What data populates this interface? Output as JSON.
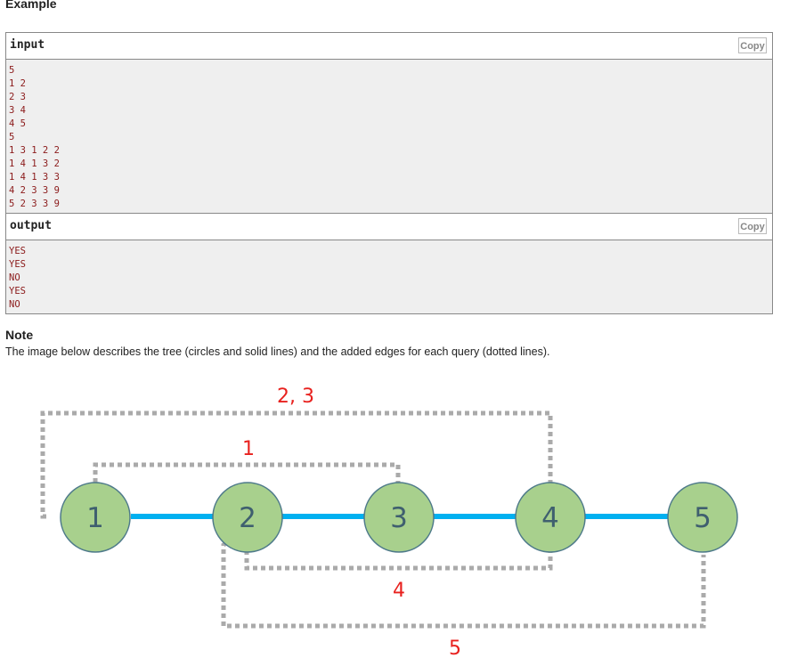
{
  "example_title": "Example",
  "input": {
    "label": "input",
    "copy_label": "Copy",
    "lines": [
      "5",
      "1 2",
      "2 3",
      "3 4",
      "4 5",
      "5",
      "1 3 1 2 2",
      "1 4 1 3 2",
      "1 4 1 3 3",
      "4 2 3 3 9",
      "5 2 3 3 9"
    ]
  },
  "output": {
    "label": "output",
    "copy_label": "Copy",
    "lines": [
      "YES",
      "YES",
      "NO",
      "YES",
      "NO"
    ]
  },
  "note": {
    "title": "Note",
    "text": "The image below describes the tree (circles and solid lines) and the added edges for each query (dotted lines)."
  },
  "diagram": {
    "nodes": [
      "1",
      "2",
      "3",
      "4",
      "5"
    ],
    "query_labels": {
      "q23": "2, 3",
      "q1": "1",
      "q4": "4",
      "q5": "5"
    },
    "colors": {
      "node_fill": "#a8d08d",
      "node_stroke": "#4e7a8a",
      "tree_edge": "#00b0f0",
      "query_edge": "#aaaaaa",
      "query_label": "#e8211e",
      "node_text": "#3f5f6f"
    }
  }
}
